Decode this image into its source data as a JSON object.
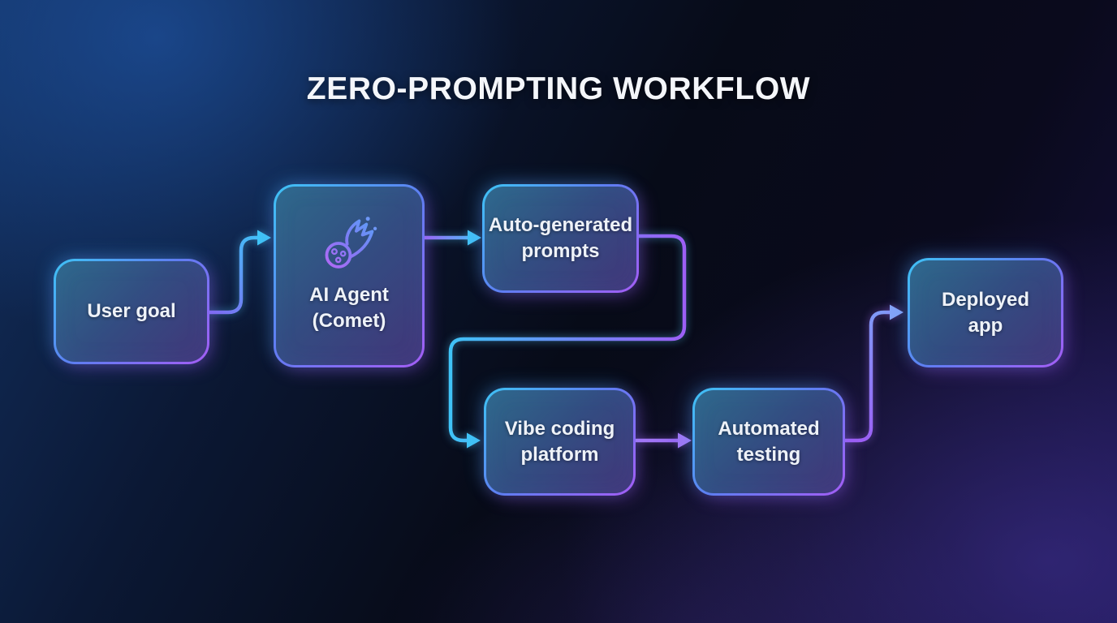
{
  "title": "ZERO-PROMPTING WORKFLOW",
  "diagram": {
    "type": "flowchart",
    "nodes": [
      {
        "id": "user-goal",
        "label": "User goal"
      },
      {
        "id": "ai-agent",
        "label": "AI Agent (Comet)",
        "icon": "comet-icon"
      },
      {
        "id": "auto-prompts",
        "label": "Auto-generated prompts"
      },
      {
        "id": "vibe-coding",
        "label": "Vibe coding platform"
      },
      {
        "id": "automated-testing",
        "label": "Automated testing"
      },
      {
        "id": "deployed-app",
        "label": "Deployed app"
      }
    ],
    "edges": [
      {
        "from": "user-goal",
        "to": "ai-agent"
      },
      {
        "from": "ai-agent",
        "to": "auto-prompts"
      },
      {
        "from": "auto-prompts",
        "to": "vibe-coding"
      },
      {
        "from": "vibe-coding",
        "to": "automated-testing"
      },
      {
        "from": "automated-testing",
        "to": "deployed-app"
      }
    ],
    "colors": {
      "border_cyan": "#3ec4f5",
      "border_purple": "#a45df5",
      "arrow_cyan": "#41c4f7",
      "arrow_purple": "#a277f6",
      "text": "#eef2f8",
      "background_blue": "#14356b",
      "background_indigo": "#2b2168"
    }
  }
}
